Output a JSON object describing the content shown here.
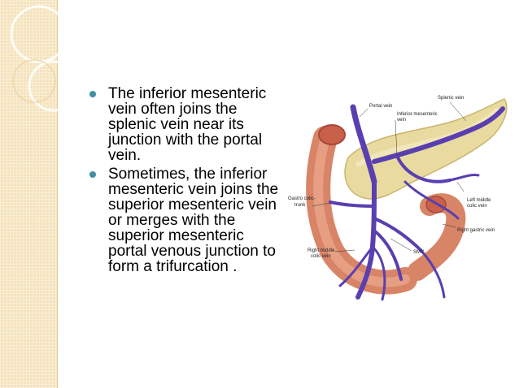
{
  "bullets": [
    "The inferior mesenteric vein often joins the splenic vein near its junction with the portal vein.",
    "Sometimes, the inferior mesenteric vein joins the superior mesenteric vein or merges with the superior mesenteric portal venous junction to form a trifurcation ."
  ],
  "figure": {
    "labels": {
      "splenic_vein": "Splenic vein",
      "portal_vein": "Portal vein",
      "inferior_mesenteric_1": "Inferior mesenteric",
      "inferior_mesenteric_2": "vein",
      "gastro_colic_1": "Gastro colic-",
      "gastro_colic_2": "trunk",
      "left_middle_1": "Left middle",
      "left_middle_2": "colic vein",
      "right_gastric": "Right gastric vein",
      "smv": "SMV",
      "right_middle_1": "Right middle",
      "right_middle_2": "colic vein"
    }
  },
  "colors": {
    "sidebar": "#f5e3bd",
    "bullet": "#3f8ea2",
    "vein": "#5a3fb0",
    "pancreas": "#e9dba0",
    "duodenum": "#d88467"
  }
}
